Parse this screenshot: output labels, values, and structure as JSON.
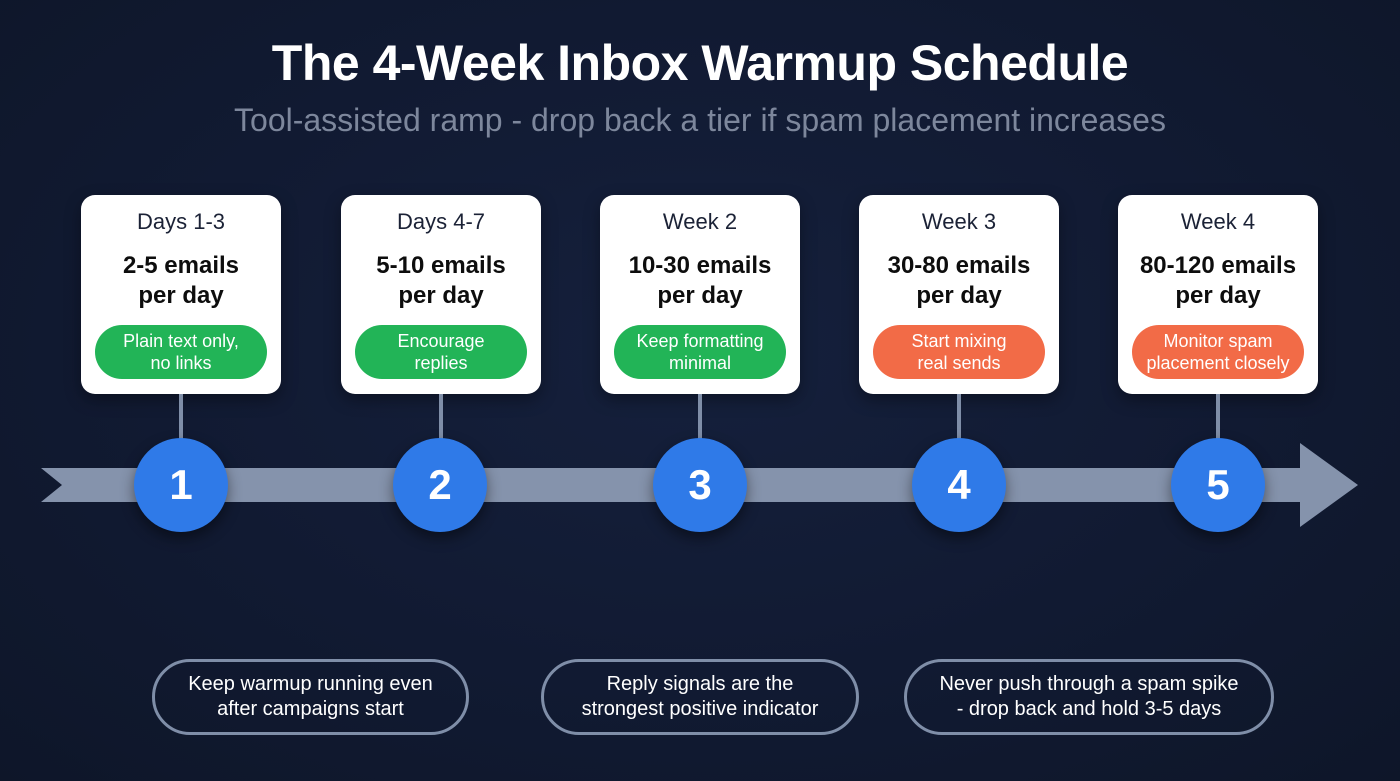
{
  "header": {
    "title": "The 4-Week Inbox Warmup Schedule",
    "subtitle": "Tool-assisted ramp - drop back a tier if spam placement increases"
  },
  "colors": {
    "background": "#111a32",
    "step_circle": "#2f7ae8",
    "timeline": "#8593ac",
    "tip_green": "#22b457",
    "tip_orange": "#f26b47"
  },
  "stages": [
    {
      "step": "1",
      "period": "Days 1-3",
      "volume": "2-5 emails\nper day",
      "tip": "Plain text only,\nno links",
      "tip_color": "green"
    },
    {
      "step": "2",
      "period": "Days 4-7",
      "volume": "5-10 emails\nper day",
      "tip": "Encourage\nreplies",
      "tip_color": "green"
    },
    {
      "step": "3",
      "period": "Week 2",
      "volume": "10-30 emails\nper day",
      "tip": "Keep formatting\nminimal",
      "tip_color": "green"
    },
    {
      "step": "4",
      "period": "Week 3",
      "volume": "30-80 emails\nper day",
      "tip": "Start mixing\nreal sends",
      "tip_color": "orange"
    },
    {
      "step": "5",
      "period": "Week 4",
      "volume": "80-120 emails\nper day",
      "tip": "Monitor spam\nplacement closely",
      "tip_color": "orange"
    }
  ],
  "notes": [
    {
      "text": "Keep warmup running even\nafter campaigns start"
    },
    {
      "text": "Reply signals are the\nstrongest positive indicator"
    },
    {
      "text": "Never push through a spam spike\n- drop back and hold 3-5 days"
    }
  ]
}
